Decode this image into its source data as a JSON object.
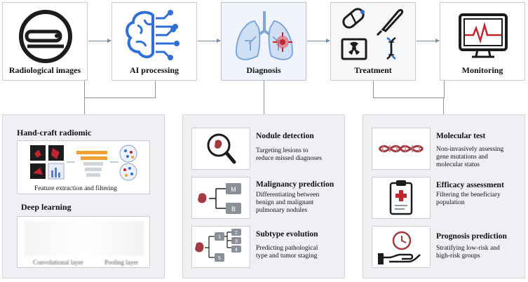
{
  "stages": [
    {
      "label": "Radiological images",
      "icon": "scanner-icon"
    },
    {
      "label": "AI processing",
      "icon": "brain-network-icon"
    },
    {
      "label": "Diagnosis",
      "icon": "lungs-icon"
    },
    {
      "label": "Treatment",
      "icon": "treatment-icons"
    },
    {
      "label": "Monitoring",
      "icon": "monitor-icon"
    }
  ],
  "left_panel": {
    "handcraft_title": "Hand-craft radiomic",
    "handcraft_caption": "Feature extraction and filtering",
    "deep_title": "Deep learning",
    "deep_caption_left": "Convolutional layer",
    "deep_caption_right": "Pooling layer"
  },
  "middle_panel": {
    "items": [
      {
        "title": "Nodule detection",
        "desc": "Targeting lesions to\nreduce missed diagnoses",
        "icon": "magnifier-nodule-icon"
      },
      {
        "title": "Malignancy prediction",
        "desc": "Differentiating between\nbenign and malignant\npulmonary nodules",
        "icon": "benign-malignant-tree-icon",
        "node_labels": [
          "M",
          "B"
        ]
      },
      {
        "title": "Subtype evolution",
        "desc": "Predicting pathological\ntype and tumor staging",
        "icon": "subtype-tree-icon",
        "node_labels": [
          "1",
          "2",
          "3",
          "4",
          "5"
        ]
      }
    ]
  },
  "right_panel": {
    "items": [
      {
        "title": "Molecular test",
        "desc": "Non-invasively assessing\ngene mutations and\nmolecular status",
        "icon": "dna-icon"
      },
      {
        "title": "Efficacy assessment",
        "desc": "Filtering the beneficiary\npopulation",
        "icon": "clipboard-medical-icon"
      },
      {
        "title": "Prognosis prediction",
        "desc": "Stratifying low-risk and\nhigh-risk groups",
        "icon": "clock-hand-icon"
      }
    ]
  },
  "colors": {
    "accent_blue": "#2f6fd6",
    "lesion_red": "#c0252d",
    "dark": "#1c1c1c",
    "orange": "#f0a030"
  }
}
